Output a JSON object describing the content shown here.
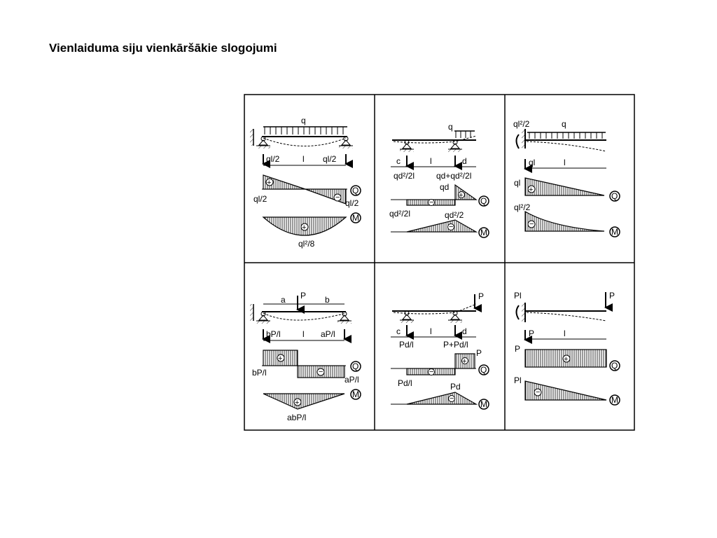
{
  "title": "Vienlaiduma siju vienkāršākie slogojumi",
  "cells": {
    "c1": {
      "load": "q",
      "reaction_left": "ql/2",
      "length": "l",
      "reaction_right": "ql/2",
      "shear_left": "ql/2",
      "shear_right": "ql/2",
      "moment_value": "ql²/8",
      "shear_symbol": "Q",
      "moment_symbol": "M"
    },
    "c2": {
      "load": "q",
      "dim_c": "c",
      "length": "l",
      "dim_d": "d",
      "reaction_left": "qd²/2l",
      "reaction_right": "qd+qd²/2l",
      "shear_top": "qd",
      "shear_bottom": "qd²/2l",
      "moment_value": "qd²/2",
      "shear_symbol": "Q",
      "moment_symbol": "M"
    },
    "c3": {
      "moment_support": "ql²/2",
      "load": "q",
      "reaction": "ql",
      "length": "l",
      "shear_value": "ql",
      "moment_value": "ql²/2",
      "shear_symbol": "Q",
      "moment_symbol": "M"
    },
    "c4": {
      "dim_a": "a",
      "force": "P",
      "dim_b": "b",
      "reaction_left": "bP/l",
      "length": "l",
      "reaction_right": "aP/l",
      "shear_left": "bP/l",
      "shear_right": "aP/l",
      "moment_value": "abP/l",
      "shear_symbol": "Q",
      "moment_symbol": "M"
    },
    "c5": {
      "force": "P",
      "dim_c": "c",
      "length": "l",
      "dim_d": "d",
      "reaction_left": "Pd/l",
      "reaction_right": "P+Pd/l",
      "shear_top": "P",
      "shear_bottom": "Pd/l",
      "moment_value": "Pd",
      "shear_symbol": "Q",
      "moment_symbol": "M"
    },
    "c6": {
      "moment_support": "Pl",
      "force": "P",
      "reaction": "P",
      "length": "l",
      "shear_value": "P",
      "moment_value": "Pl",
      "shear_symbol": "Q",
      "moment_symbol": "M"
    }
  }
}
